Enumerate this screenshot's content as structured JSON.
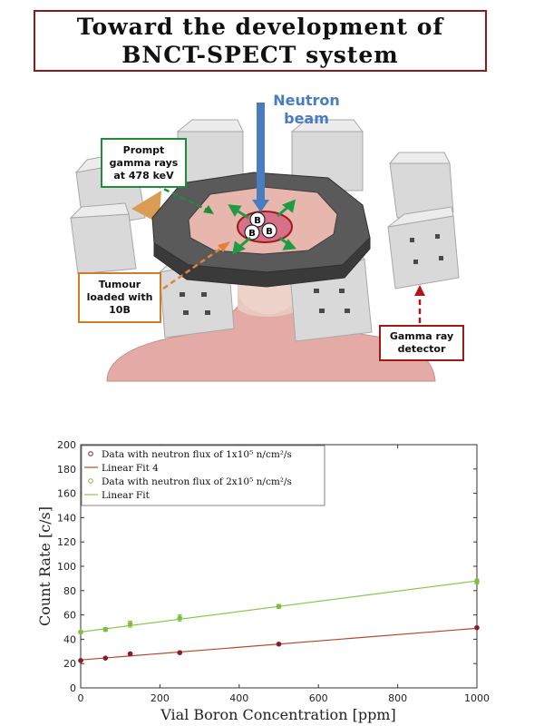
{
  "title": {
    "line1": "Toward the development of",
    "line2": "BNCT-SPECT system"
  },
  "diagram": {
    "neutron_beam": {
      "line1": "Neutron",
      "line2": "beam",
      "color": "#4a7cc0"
    },
    "prompt_gamma": {
      "line1": "Prompt",
      "line2": "gamma rays",
      "line3": "at 478 keV",
      "color": "#1e8c3a"
    },
    "tumour": {
      "line1": "Tumour",
      "line2": "loaded with",
      "line3": "10B",
      "color": "#d07a2a"
    },
    "gamma_detector": {
      "line1": "Gamma ray",
      "line2": "detector",
      "color": "#a01818"
    },
    "boron_atom_symbol": "B"
  },
  "chart_data": {
    "type": "scatter",
    "xlabel": "Vial Boron Concentration [ppm]",
    "ylabel": "Count Rate [c/s]",
    "xlim": [
      0,
      1000
    ],
    "ylim": [
      0,
      200
    ],
    "xticks": [
      0,
      200,
      400,
      600,
      800,
      1000
    ],
    "yticks": [
      0,
      20,
      40,
      60,
      80,
      100,
      120,
      140,
      160,
      180,
      200
    ],
    "grid": false,
    "legend_position": "top-left",
    "series": [
      {
        "name": "Data with neutron flux of 1x10⁵ n/cm²/s",
        "kind": "points",
        "color": "#8b1a2a",
        "x": [
          0,
          62.5,
          125,
          250,
          500,
          1000
        ],
        "y": [
          22.5,
          24.5,
          28,
          29,
          36,
          49.5
        ],
        "err": [
          0.5,
          0.5,
          0.8,
          0.6,
          0.6,
          0.6
        ]
      },
      {
        "name": "Linear Fit 4",
        "kind": "line",
        "color": "#b5492a",
        "x": [
          0,
          1000
        ],
        "y": [
          23,
          49
        ]
      },
      {
        "name": "Data with neutron flux of 2x10⁵ n/cm²/s",
        "kind": "points",
        "color": "#7cbf3c",
        "x": [
          0,
          62.5,
          125,
          250,
          500,
          1000
        ],
        "y": [
          46,
          48,
          52.5,
          57.5,
          67,
          87.5
        ],
        "err": [
          1,
          1.5,
          2.5,
          2.5,
          1.5,
          2
        ]
      },
      {
        "name": "Linear Fit",
        "kind": "line",
        "color": "#8cc850",
        "x": [
          0,
          1000
        ],
        "y": [
          46,
          88
        ]
      }
    ]
  }
}
